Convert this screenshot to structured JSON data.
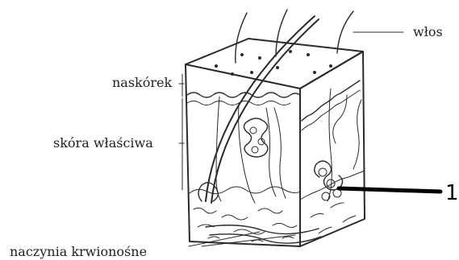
{
  "diagram": {
    "labels": {
      "hair": "włos",
      "epidermis": "naskórek",
      "dermis": "skóra właściwa",
      "vessels": "naczynia krwionośne",
      "marker": "1"
    }
  }
}
